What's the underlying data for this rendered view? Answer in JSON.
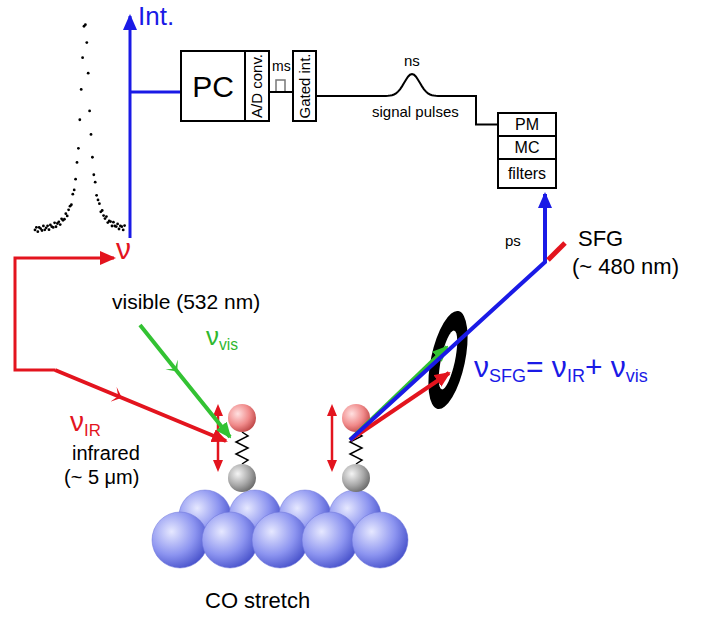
{
  "diagram": {
    "nodes": [
      {
        "text": [
          "PC"
        ]
      },
      {
        "text": [
          "A/D conv."
        ]
      },
      {
        "text": [
          "Gated int."
        ]
      },
      {
        "text": [
          "PM"
        ]
      },
      {
        "text": [
          "MC"
        ]
      },
      {
        "text": [
          "filters"
        ]
      }
    ],
    "edges": [
      {
        "from": 1,
        "to": 2,
        "arrow": "none"
      },
      {
        "from": 2,
        "to": 3,
        "arrow": "none"
      }
    ],
    "labels": [
      "Int.",
      "ν",
      "ms",
      "ns",
      "signal pulses",
      "visible (532 nm)",
      "ν",
      "vis",
      "ν",
      "IR",
      "infrared",
      "(~ 5 μm)",
      "ps",
      "SFG",
      "(~ 480 nm)",
      "ν",
      "SFG",
      "= ν",
      "IR",
      "+ ν",
      "vis",
      "CO stretch"
    ]
  }
}
